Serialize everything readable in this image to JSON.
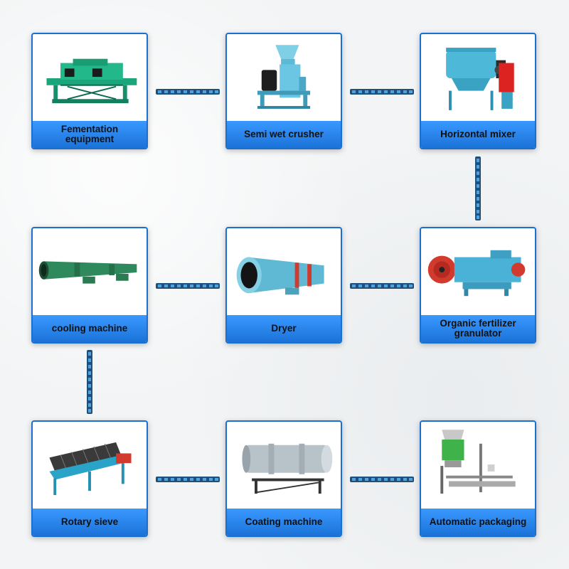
{
  "steps": [
    {
      "label": "Fementation equipment"
    },
    {
      "label": "Semi wet crusher"
    },
    {
      "label": "Horizontal mixer"
    },
    {
      "label": "Organic fertilizer granulator"
    },
    {
      "label": "Dryer"
    },
    {
      "label": "cooling machine"
    },
    {
      "label": "Rotary sieve"
    },
    {
      "label": "Coating machine"
    },
    {
      "label": "Automatic packaging"
    }
  ],
  "colors": {
    "card_border": "#1b6fd1",
    "label_bg": "#2a86ef",
    "belt": "#1f4f7a",
    "machine_teal": "#2aa5b8",
    "machine_green": "#2e8a5c"
  }
}
